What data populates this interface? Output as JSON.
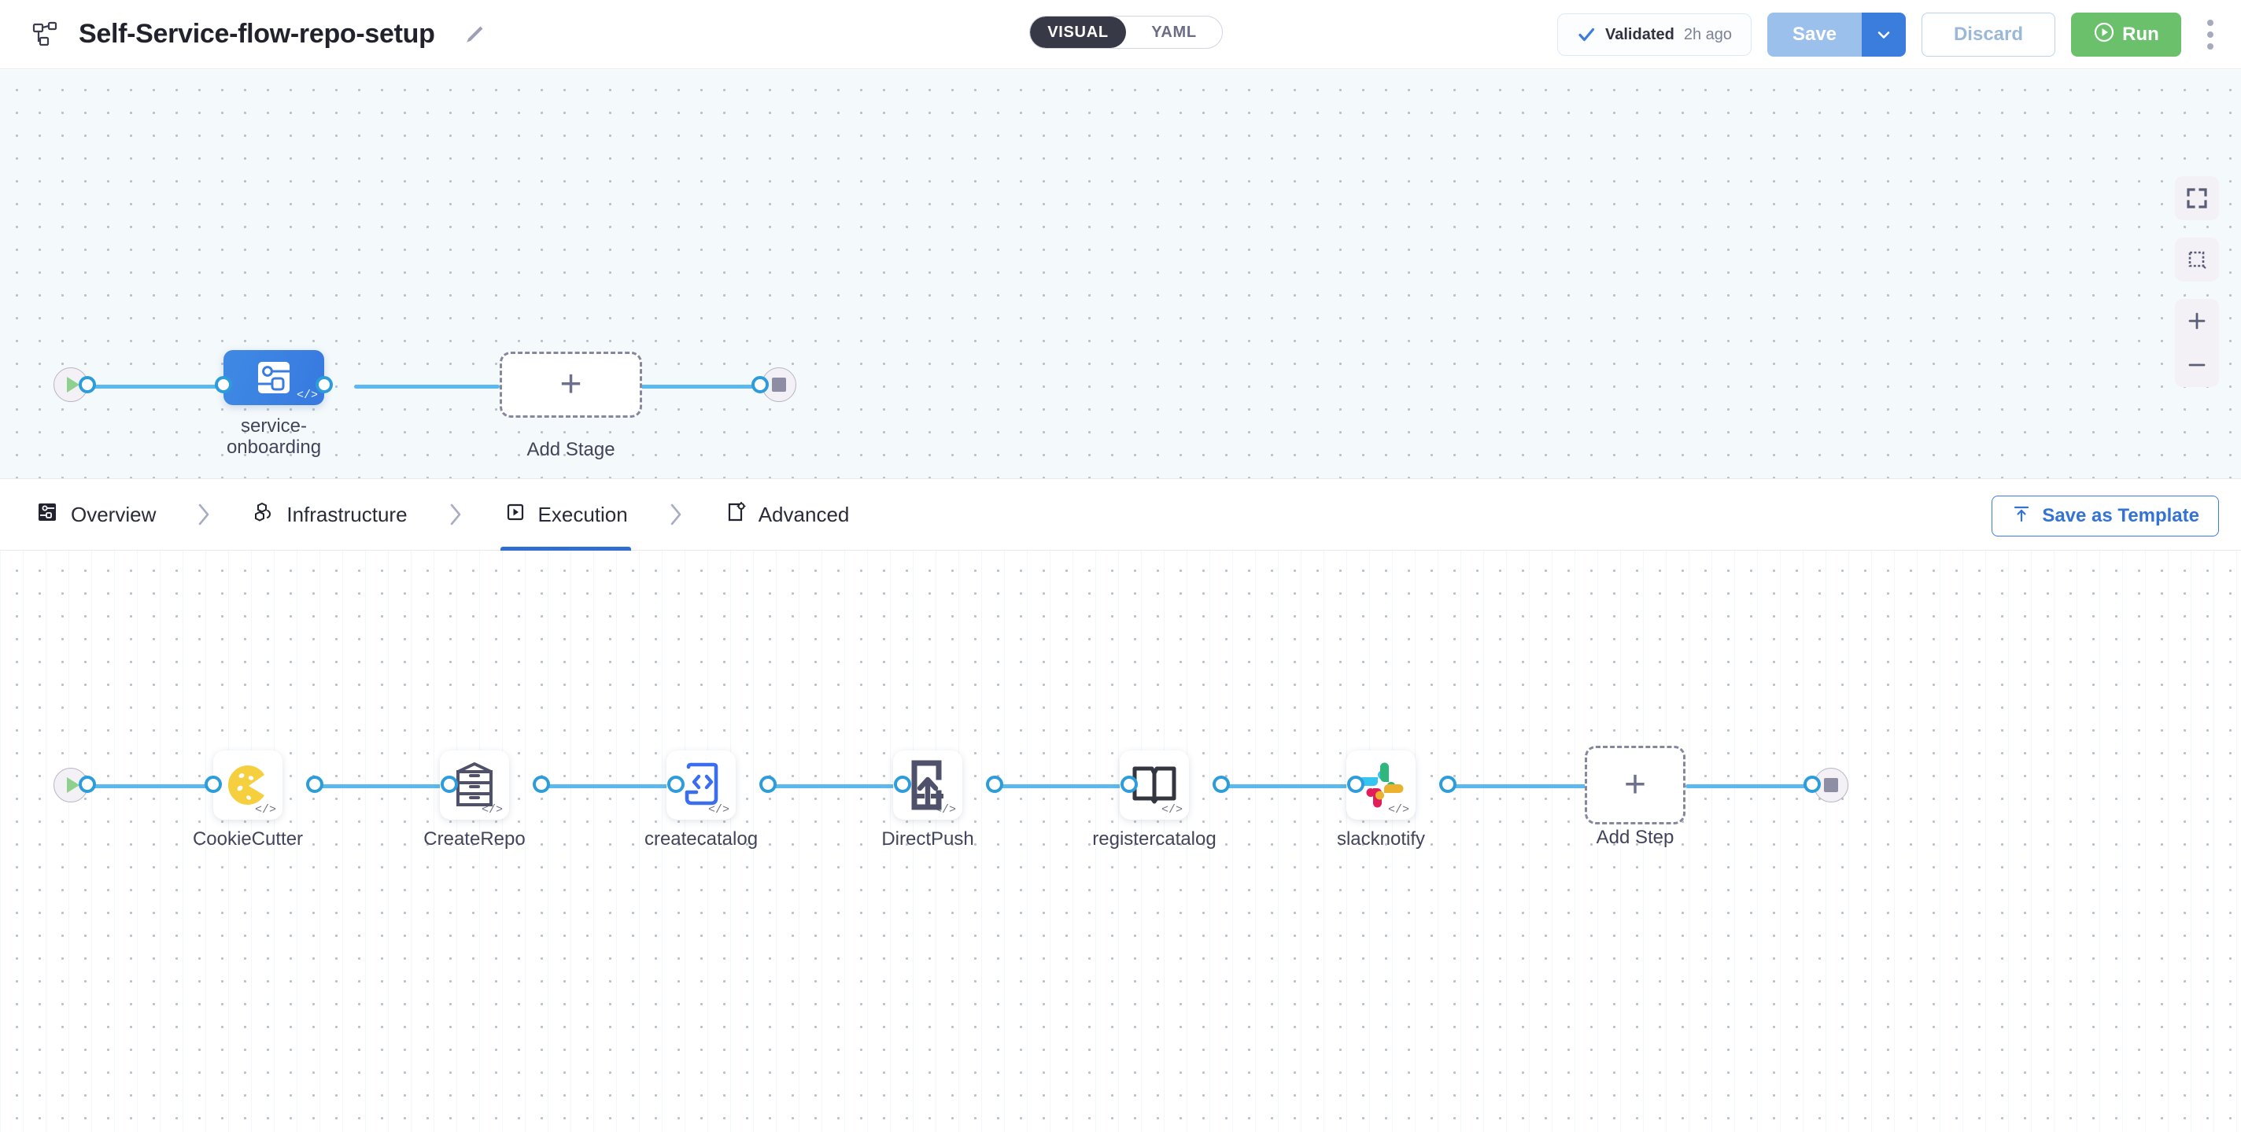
{
  "header": {
    "pipeline_icon": "pipeline-nodes-icon",
    "title": "Self-Service-flow-repo-setup",
    "edit_icon": "pencil-edit-icon",
    "mode_toggle": {
      "options": [
        {
          "label": "VISUAL",
          "active": true
        },
        {
          "label": "YAML",
          "active": false
        }
      ]
    },
    "validated": {
      "icon": "check-icon",
      "label": "Validated",
      "time": "2h ago"
    },
    "save_label": "Save",
    "save_caret_icon": "chevron-down-icon",
    "discard_label": "Discard",
    "run_label": "Run",
    "run_icon": "play-circle-icon",
    "more_icon": "kebab-menu-icon",
    "colors": {
      "save_bg": "#9cc0ec",
      "save_caret_bg": "#3b7ddd",
      "run_bg": "#6bc16b",
      "accent_blue": "#3b7ddd",
      "toggle_active_bg": "#383946"
    }
  },
  "stage_canvas": {
    "background": "#f4f9fb",
    "start_node": {
      "icon": "play-icon",
      "name": "pipeline-start"
    },
    "end_node": {
      "icon": "stop-square-icon",
      "name": "pipeline-end"
    },
    "stages": [
      {
        "label": "service-\nonboarding",
        "icon": "custom-stage-icon",
        "badge": "</>",
        "selected": true
      }
    ],
    "add_stage": {
      "label": "Add Stage",
      "icon": "plus-icon"
    },
    "zoom_controls": [
      {
        "name": "fit-to-screen-icon",
        "label": "Fit to screen"
      },
      {
        "name": "select-area-icon",
        "label": "Select area"
      },
      {
        "name": "zoom-in-icon",
        "label": "Zoom in"
      },
      {
        "name": "zoom-out-icon",
        "label": "Zoom out"
      }
    ]
  },
  "tabs_bar": {
    "tabs": [
      {
        "label": "Overview",
        "icon": "overview-icon",
        "active": false
      },
      {
        "label": "Infrastructure",
        "icon": "infrastructure-icon",
        "active": false
      },
      {
        "label": "Execution",
        "icon": "execution-icon",
        "active": true
      },
      {
        "label": "Advanced",
        "icon": "advanced-icon",
        "active": false
      }
    ],
    "separator_icon": "chevron-right-icon",
    "save_as_template": {
      "label": "Save as Template",
      "icon": "template-upload-icon"
    }
  },
  "step_canvas": {
    "background": "#ffffff",
    "start_node": {
      "icon": "play-icon",
      "name": "execution-start"
    },
    "end_node": {
      "icon": "stop-square-icon",
      "name": "execution-end"
    },
    "steps": [
      {
        "label": "CookieCutter",
        "icon": "cookie-icon",
        "badge": "</>"
      },
      {
        "label": "CreateRepo",
        "icon": "archive-drawer-icon",
        "badge": "</>"
      },
      {
        "label": "createcatalog",
        "icon": "code-scroll-icon",
        "badge": "</>"
      },
      {
        "label": "DirectPush",
        "icon": "push-upload-icon",
        "badge": "</>"
      },
      {
        "label": "registercatalog",
        "icon": "open-book-icon",
        "badge": "</>"
      },
      {
        "label": "slacknotify",
        "icon": "slack-logo-icon",
        "badge": "</>"
      }
    ],
    "add_step": {
      "label": "Add Step",
      "icon": "plus-icon"
    }
  }
}
